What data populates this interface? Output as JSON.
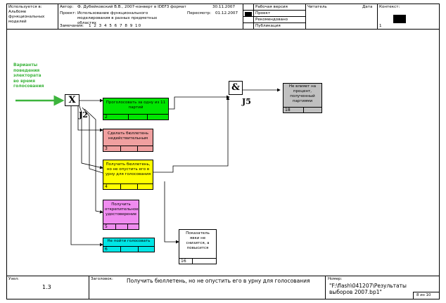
{
  "header": {
    "used_in_label": "Используется в:",
    "used_in_value": "Альбоме функциональных моделей",
    "author_label": "Автор:",
    "author_value": "Ф. Дубейковский В.В., 2007-конверт в IDEF3 формат",
    "date1": "30.11.2007",
    "project_label": "Проект:",
    "project_value": "Использование функционального моделирования в разных предметных областях",
    "revision_label": "Пересмотр:",
    "revision_date": "01.12.2007",
    "notes_label": "Замечания:",
    "notes_numbers": "1 2 3 4 5 6 7 8 9 10",
    "status_working": "Рабочая версия",
    "status_project": "Проект",
    "status_recommended": "Рекомендовано",
    "status_publication": "Публикация",
    "reader_label": "Читатель",
    "date_label": "Дата",
    "context_label": "Контекст:",
    "context_page": "1"
  },
  "diagram": {
    "note": "Варианты поведения электората во время голосования",
    "junction_x": "X",
    "junction_x_label": "J2",
    "junction_and": "&",
    "junction_and_label": "J5",
    "boxes": [
      {
        "text": "Проголосовать за одну из 11 партий",
        "number": "2",
        "color": "#00e600"
      },
      {
        "text": "Сделать бюллетень недействительным",
        "number": "3",
        "color": "#f0a0a0"
      },
      {
        "text": "Получить бюллетень, но не опустить его в урну для голосования",
        "number": "4",
        "color": "#ffff00"
      },
      {
        "text": "Получить открепительное удостоверение",
        "number": "5",
        "color": "#f08cf0"
      },
      {
        "text": "Не пойти голосовать",
        "number": "6",
        "color": "#00e6e6"
      }
    ],
    "ref_box_top": {
      "text": "Не влияет на процент, полученный партиями",
      "number": "18",
      "color": "#c0c0c0"
    },
    "ref_box_bottom": {
      "text": "Показатель явки не снизится, а повысится",
      "number": "16",
      "color": "#ffffff"
    }
  },
  "footer": {
    "node_label": "Узел:",
    "node_value": "1.3",
    "title_label": "Заголовок:",
    "title_value": "Получить бюллетень, но не опустить его в урну для голосования",
    "number_label": "Номер:",
    "number_value": "\"F:\\flash\\041207\\Результаты выборов 2007.bp1\"",
    "page": "8 из 10"
  }
}
